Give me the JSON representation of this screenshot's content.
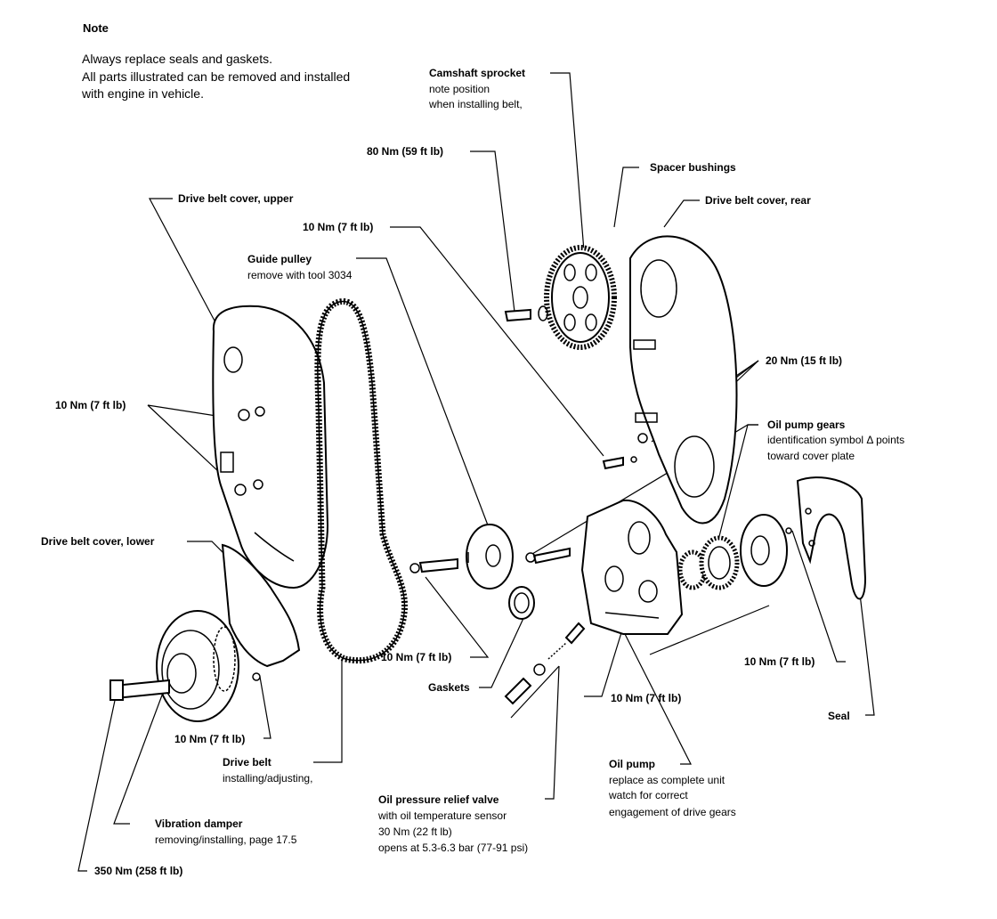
{
  "note": {
    "heading": "Note",
    "line1": "Always replace seals and gaskets.",
    "line2": "All parts illustrated can be removed and installed",
    "line3": "with engine in vehicle."
  },
  "labels": {
    "camshaft_sprocket": {
      "title": "Camshaft sprocket",
      "sub1": "note position",
      "sub2": "when installing belt,"
    },
    "torque_80": "80 Nm (59 ft lb)",
    "spacer_bushings": "Spacer bushings",
    "cover_rear": "Drive belt cover, rear",
    "cover_upper": "Drive belt cover, upper",
    "torque_10_top": "10 Nm (7 ft lb)",
    "guide_pulley": {
      "title": "Guide pulley",
      "sub": "remove with tool 3034"
    },
    "torque_20": "20 Nm (15 ft lb)",
    "oil_pump_gears": {
      "title": "Oil pump gears",
      "sub1": "identification symbol Δ points",
      "sub2": "toward cover plate"
    },
    "torque_10_left": "10 Nm (7 ft lb)",
    "cover_lower": "Drive belt cover, lower",
    "torque_10_pulley": "10 Nm (7 ft lb)",
    "torque_10_right": "10 Nm (7 ft lb)",
    "gaskets": "Gaskets",
    "torque_10_pump": "10 Nm (7 ft lb)",
    "seal": "Seal",
    "torque_10_lowcover": "10 Nm (7 ft lb)",
    "drive_belt": {
      "title": "Drive belt",
      "sub": "installing/adjusting,"
    },
    "oil_pump": {
      "title": "Oil pump",
      "sub1": "replace as complete unit",
      "sub2": "watch for correct",
      "sub3": "engagement of drive gears"
    },
    "relief_valve": {
      "title": "Oil pressure relief valve",
      "sub1": "with oil temperature sensor",
      "sub2": "30 Nm (22 ft lb)",
      "sub3": "opens at 5.3-6.3 bar (77-91 psi)"
    },
    "vibration_damper": {
      "title": "Vibration damper",
      "sub": "removing/installing, page 17.5"
    },
    "torque_350": "350 Nm (258 ft lb)"
  }
}
